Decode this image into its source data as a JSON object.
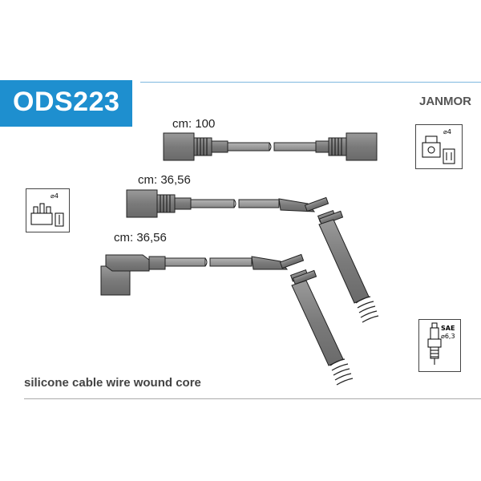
{
  "header": {
    "part_number": "ODS223",
    "brand": "JANMOR"
  },
  "cables": [
    {
      "length_label": "cm: 100"
    },
    {
      "length_label": "cm: 36,56"
    },
    {
      "length_label": "cm: 36,56"
    }
  ],
  "icons": {
    "coil": {
      "diameter_label": "⌀4"
    },
    "distributor": {
      "diameter_label": "⌀4"
    },
    "spark_plug": {
      "standard_label": "SAE",
      "diameter_label": "⌀6,3"
    }
  },
  "footer": {
    "description": "silicone cable wire wound core"
  },
  "colors": {
    "accent": "#1e8fcf",
    "rule": "#7fb9df",
    "cable": "#8c8c8c"
  }
}
